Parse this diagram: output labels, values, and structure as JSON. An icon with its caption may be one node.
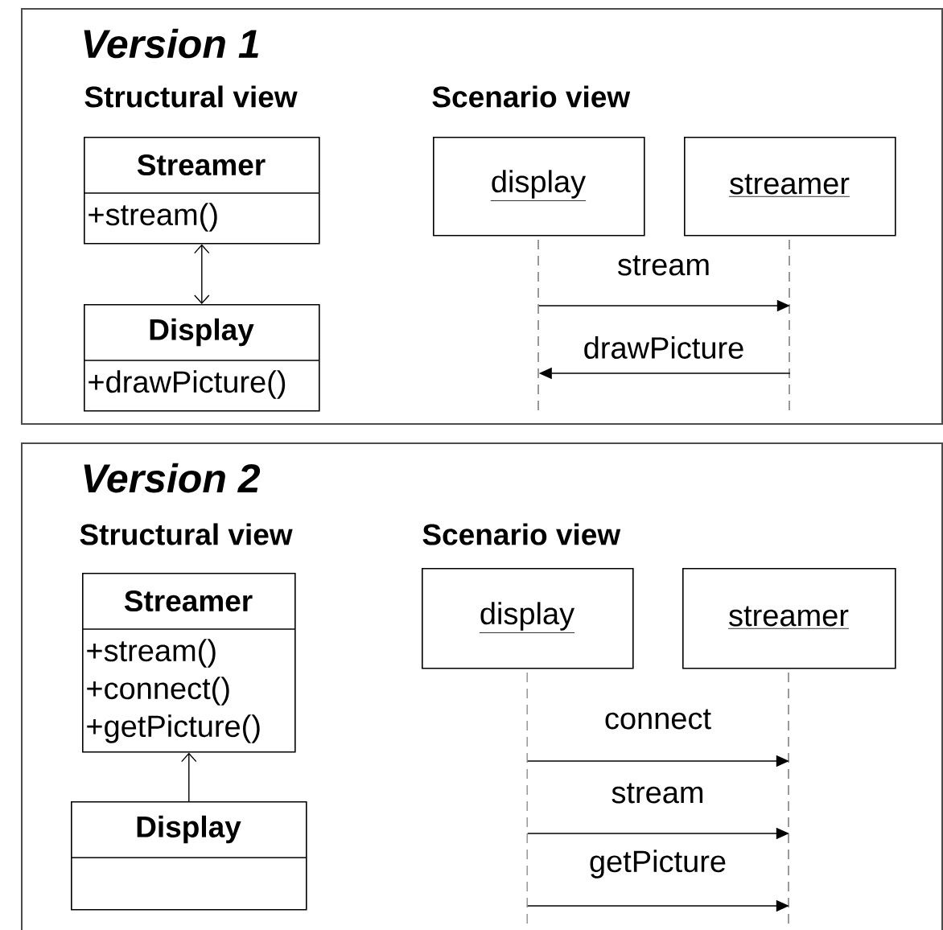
{
  "diagram": {
    "nodes": [
      {
        "text": [
          "Version 1"
        ]
      },
      {
        "text": [
          "Streamer",
          "+stream()"
        ],
        "in": 0
      },
      {
        "text": [
          "Display",
          "+drawPicture()"
        ],
        "in": 0
      },
      {
        "text": [
          "display"
        ],
        "in": 0
      },
      {
        "text": [
          "streamer"
        ],
        "in": 0
      },
      {
        "text": [
          "Version 2"
        ]
      },
      {
        "text": [
          "Streamer",
          "+stream()",
          "+connect()",
          "+getPicture()"
        ],
        "in": 5
      },
      {
        "text": [
          "Display"
        ],
        "in": 5
      },
      {
        "text": [
          "display"
        ],
        "in": 5
      },
      {
        "text": [
          "streamer"
        ],
        "in": 5
      }
    ],
    "edges": [
      {
        "from": 1,
        "to": 2,
        "arrow": "both"
      },
      {
        "from": 3,
        "to": 4,
        "arrow": "to",
        "label": "stream"
      },
      {
        "from": 4,
        "to": 3,
        "arrow": "to",
        "label": "drawPicture"
      },
      {
        "from": 7,
        "to": 6,
        "arrow": "to"
      },
      {
        "from": 8,
        "to": 9,
        "arrow": "to",
        "label": "connect"
      },
      {
        "from": 8,
        "to": 9,
        "arrow": "to",
        "label": "stream"
      },
      {
        "from": 8,
        "to": 9,
        "arrow": "to",
        "label": "getPicture"
      }
    ],
    "labels": [
      "Structural view",
      "Scenario view",
      "Structural view",
      "Scenario view"
    ]
  }
}
